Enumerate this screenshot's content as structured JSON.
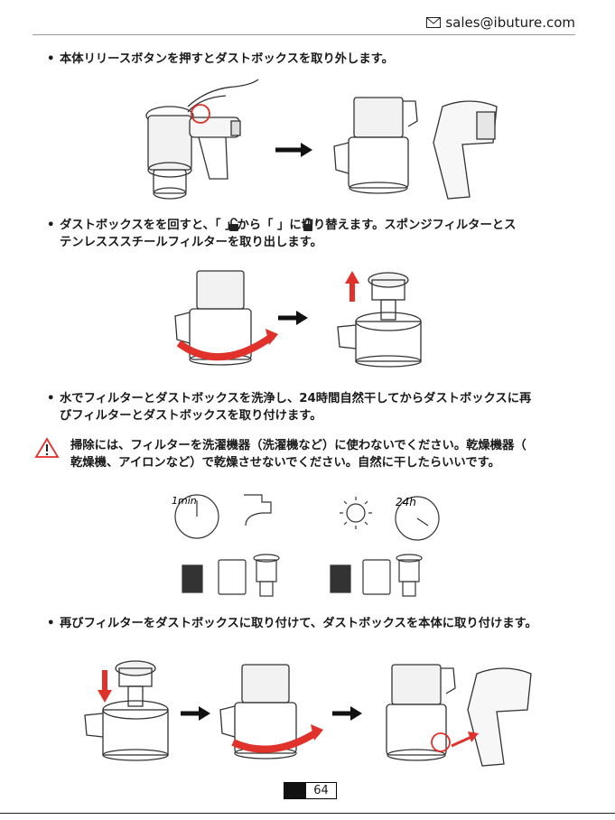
{
  "header": {
    "email": "sales@ibuture.com"
  },
  "steps": [
    {
      "text": "本体リリースボタンを押すとダストボックスを取り外します。"
    },
    {
      "line1": "ダストボックスをを回すと、「  」から「  」に切り替えます。スポンジフィルターとス",
      "line2": "テンレスススチールフィルターを取り出します。"
    },
    {
      "line1": "水でフィルターとダストボックスを洗浄し、24時間自然干してからダストボックスに再",
      "line2": "びフィルターとダストボックスを取り付けます。"
    },
    {
      "text": "再びフィルターをダストボックスに取り付けて、ダストボックスを本体に取り付けます。"
    }
  ],
  "warning": {
    "line1": "掃除には、フィルターを洗濯機器（洗濯機など）に使わないでください。乾燥機器（",
    "line2": "乾燥機、アイロンなど）で乾燥させないでください。自然に干したらいいです。"
  },
  "timers": {
    "wash": "1min",
    "dry": "24h"
  },
  "bullet_symbol": "•",
  "page_number": "64",
  "colors": {
    "accent_red": "#e0312b",
    "line": "#333333"
  }
}
